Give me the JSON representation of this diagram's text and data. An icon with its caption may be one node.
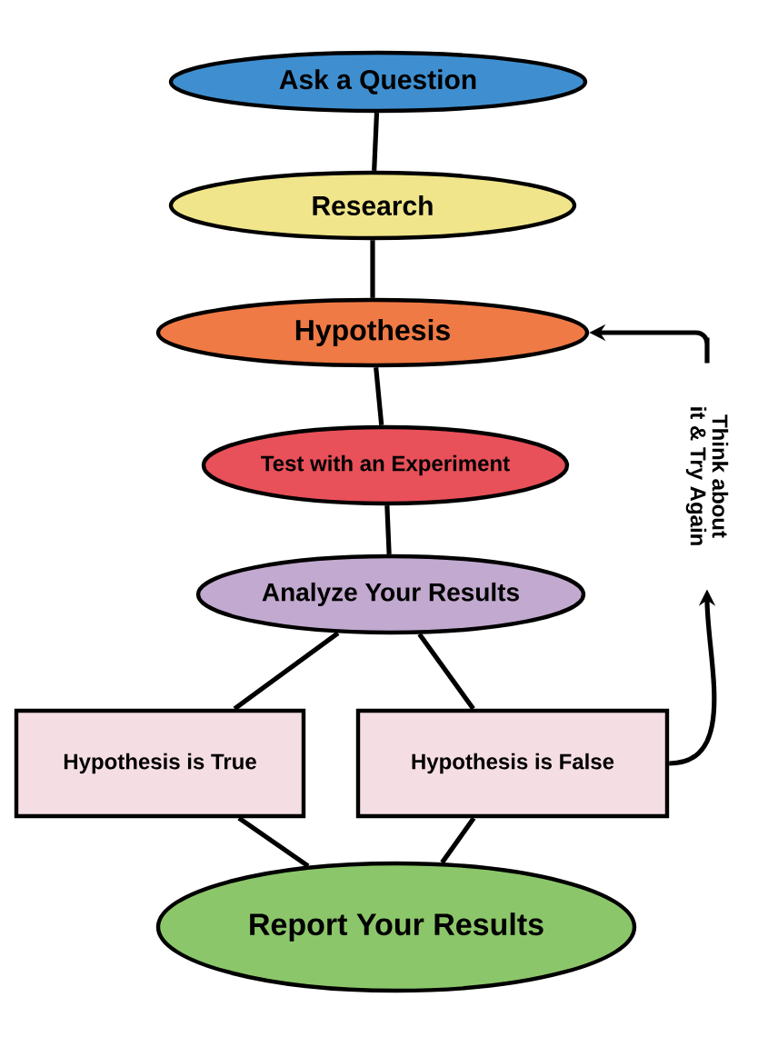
{
  "diagram": {
    "nodes": [
      {
        "text": [
          "Ask a Question"
        ]
      },
      {
        "text": [
          "Research"
        ]
      },
      {
        "text": [
          "Hypothesis"
        ]
      },
      {
        "text": [
          "Test with an Experiment"
        ]
      },
      {
        "text": [
          "Analyze Your Results"
        ]
      },
      {
        "text": [
          "Hypothesis is True"
        ]
      },
      {
        "text": [
          "Hypothesis is False"
        ]
      },
      {
        "text": [
          "Report Your Results"
        ]
      },
      {
        "text": [
          "Think about it & Try Again"
        ]
      }
    ],
    "edges": [
      {
        "from": 0,
        "to": 1,
        "arrow": "none"
      },
      {
        "from": 1,
        "to": 2,
        "arrow": "none"
      },
      {
        "from": 2,
        "to": 3,
        "arrow": "none"
      },
      {
        "from": 3,
        "to": 4,
        "arrow": "none"
      },
      {
        "from": 4,
        "to": 5,
        "arrow": "none"
      },
      {
        "from": 4,
        "to": 6,
        "arrow": "none"
      },
      {
        "from": 5,
        "to": 7,
        "arrow": "none"
      },
      {
        "from": 6,
        "to": 7,
        "arrow": "none"
      },
      {
        "from": 6,
        "to": 8,
        "arrow": "to"
      },
      {
        "from": 8,
        "to": 2,
        "arrow": "to"
      }
    ]
  }
}
